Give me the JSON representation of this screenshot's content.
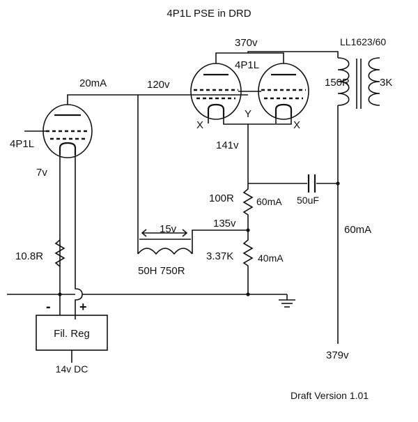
{
  "title": "4P1L PSE in DRD",
  "version": "Draft Version  1.01",
  "labels": {
    "b_plus": "370v",
    "tube_left": "4P1L",
    "tube_right_pair": "4P1L",
    "transformer": "LL1623/60",
    "primary_r": "150R",
    "secondary_z": "3K",
    "anode_current_left": "20mA",
    "anode_voltage_left": "120v",
    "heater_x_left": "X",
    "heater_x_right": "X",
    "heater_y": "Y",
    "cathode_voltage": "141v",
    "cap_value": "50uF",
    "fil_voltage": "7v",
    "r_100": "100R",
    "r_100_current": "60mA",
    "node_135": "135v",
    "choke_voltage": "15v",
    "r_fil": "10.8R",
    "r_337": "3.37K",
    "r_337_current": "40mA",
    "choke": "50H 750R",
    "supply_current": "60mA",
    "minus": "-",
    "plus": "+",
    "fil_reg": "Fil. Reg",
    "dc_in": "14v DC",
    "supply_voltage": "379v"
  }
}
